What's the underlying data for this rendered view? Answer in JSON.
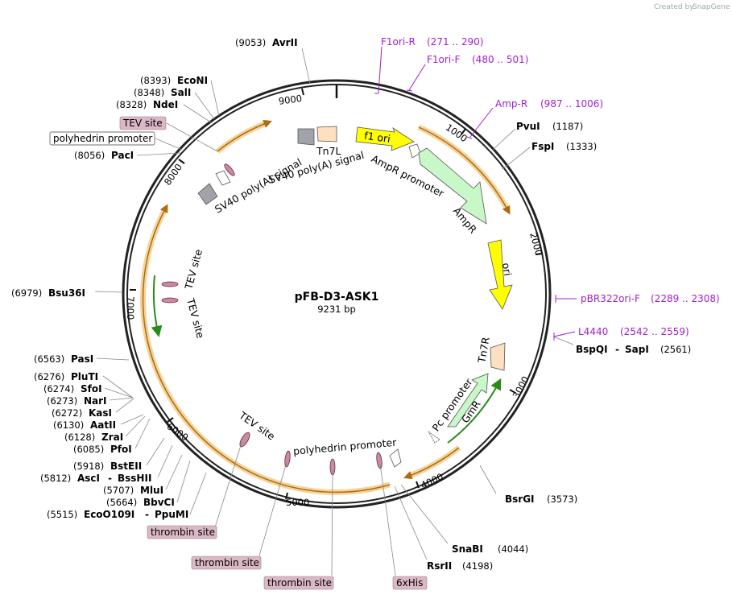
{
  "plasmid": {
    "name": "pFB-D3-ASK1",
    "size": "9231 bp"
  },
  "credit": {
    "created_by": "Created by",
    "app": "SnapGene"
  },
  "ticks": [
    "9000",
    "1000",
    "2000",
    "3000",
    "4000",
    "5000",
    "6000",
    "7000",
    "8000"
  ],
  "enzymes": [
    {
      "pos": "(9053)",
      "name": "AvrII"
    },
    {
      "pos": "(8393)",
      "name": "EcoNI"
    },
    {
      "pos": "(8348)",
      "name": "SalI"
    },
    {
      "pos": "(8328)",
      "name": "NdeI"
    },
    {
      "pos": "(8056)",
      "name": "PacI"
    },
    {
      "pos": "(6979)",
      "name": "Bsu36I"
    },
    {
      "pos": "(6563)",
      "name": "PasI"
    },
    {
      "pos": "(6276)",
      "name": "PluTI"
    },
    {
      "pos": "(6274)",
      "name": "SfoI"
    },
    {
      "pos": "(6273)",
      "name": "NarI"
    },
    {
      "pos": "(6272)",
      "name": "KasI"
    },
    {
      "pos": "(6130)",
      "name": "AatII"
    },
    {
      "pos": "(6128)",
      "name": "ZraI"
    },
    {
      "pos": "(6085)",
      "name": "PfoI"
    },
    {
      "pos": "(5918)",
      "name": "BstEII"
    },
    {
      "pos": "(5812)",
      "name": "AscI",
      "name2": "BssHII"
    },
    {
      "pos": "(5707)",
      "name": "MluI"
    },
    {
      "pos": "(5664)",
      "name": "BbvCI"
    },
    {
      "pos": "(5515)",
      "name": "EcoO109I",
      "name2": "PpuMI"
    },
    {
      "pos": "(1187)",
      "name": "PvuI"
    },
    {
      "pos": "(1333)",
      "name": "FspI"
    },
    {
      "pos": "(2561)",
      "name": "BspQI",
      "name2": "SapI"
    },
    {
      "pos": "(3573)",
      "name": "BsrGI"
    },
    {
      "pos": "(4044)",
      "name": "SnaBI"
    },
    {
      "pos": "(4198)",
      "name": "RsrII"
    }
  ],
  "primers": [
    {
      "name": "F1ori-R",
      "range": "(271 .. 290)"
    },
    {
      "name": "F1ori-F",
      "range": "(480 .. 501)"
    },
    {
      "name": "Amp-R",
      "range": "(987 .. 1006)"
    },
    {
      "name": "pBR322ori-F",
      "range": "(2289 .. 2308)"
    },
    {
      "name": "L4440",
      "range": "(2542 .. 2559)"
    }
  ],
  "boxed_labels": {
    "tev_site": "TEV site",
    "polyhedrin_promoter": "polyhedrin promoter",
    "thrombin_1": "thrombin site",
    "thrombin_2": "thrombin site",
    "thrombin_3": "thrombin site",
    "his": "6xHis"
  },
  "features": {
    "f1_ori": "f1 ori",
    "tn7l": "Tn7L",
    "sv40_a": "SV40 poly(A) signal",
    "sv40_b": "SV40 poly(A) signal",
    "ampr_promoter": "AmpR promoter",
    "ampr": "AmpR",
    "ori": "ori",
    "tn7r": "Tn7R",
    "gmr": "GmR",
    "pc_promoter": "Pc promoter",
    "polyhedrin_promoter": "polyhedrin promoter",
    "tev_inner": "TEV site",
    "tev_1": "TEV site",
    "tev_2": "TEV site"
  },
  "colors": {
    "backbone": "#222222",
    "ori": "#ffff00",
    "ampr": "#c8f7c8",
    "gmr": "#c8f7c8",
    "tn7": "#fde0bf",
    "sv40": "#a0a4a8",
    "orf_band": "#f4d49a",
    "primer": "#a020d0",
    "site_box": "#dbb8c6"
  }
}
